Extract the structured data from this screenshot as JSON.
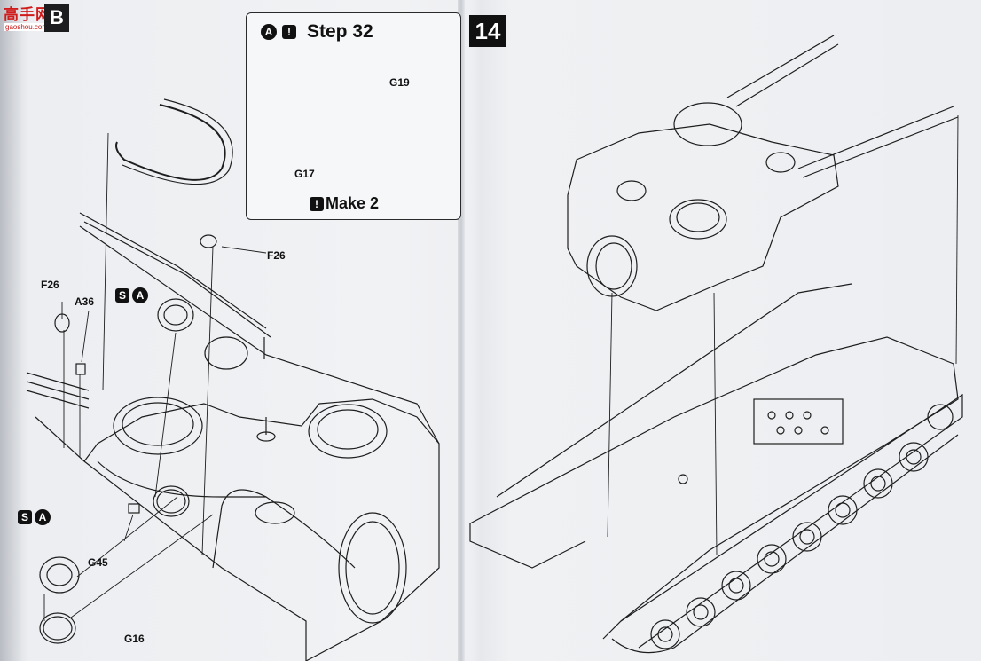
{
  "watermark": {
    "brand": "高手网",
    "site": "gaoshou.com",
    "badge": "B"
  },
  "step_box": {
    "markers": [
      "A",
      "!"
    ],
    "title": "Step 32",
    "make_marker": "!",
    "make_text": "Make 2",
    "parts": [
      "G19",
      "G17"
    ]
  },
  "page_step_number": "14",
  "left_labels": {
    "f26_right": "F26",
    "f26_left": "F26",
    "a36": "A36",
    "sym1_a": "A",
    "sym2_a": "A",
    "g45": "G45",
    "g16": "G16"
  }
}
